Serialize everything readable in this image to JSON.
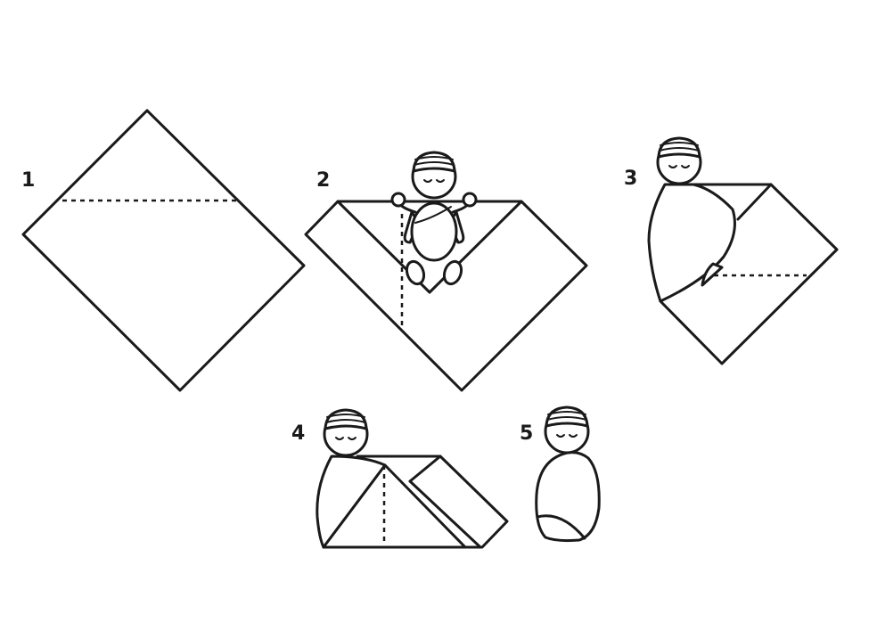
{
  "steps": [
    {
      "number": "1"
    },
    {
      "number": "2"
    },
    {
      "number": "3"
    },
    {
      "number": "4"
    },
    {
      "number": "5"
    }
  ],
  "colors": {
    "line": "#1a1a1a",
    "background": "#ffffff"
  }
}
